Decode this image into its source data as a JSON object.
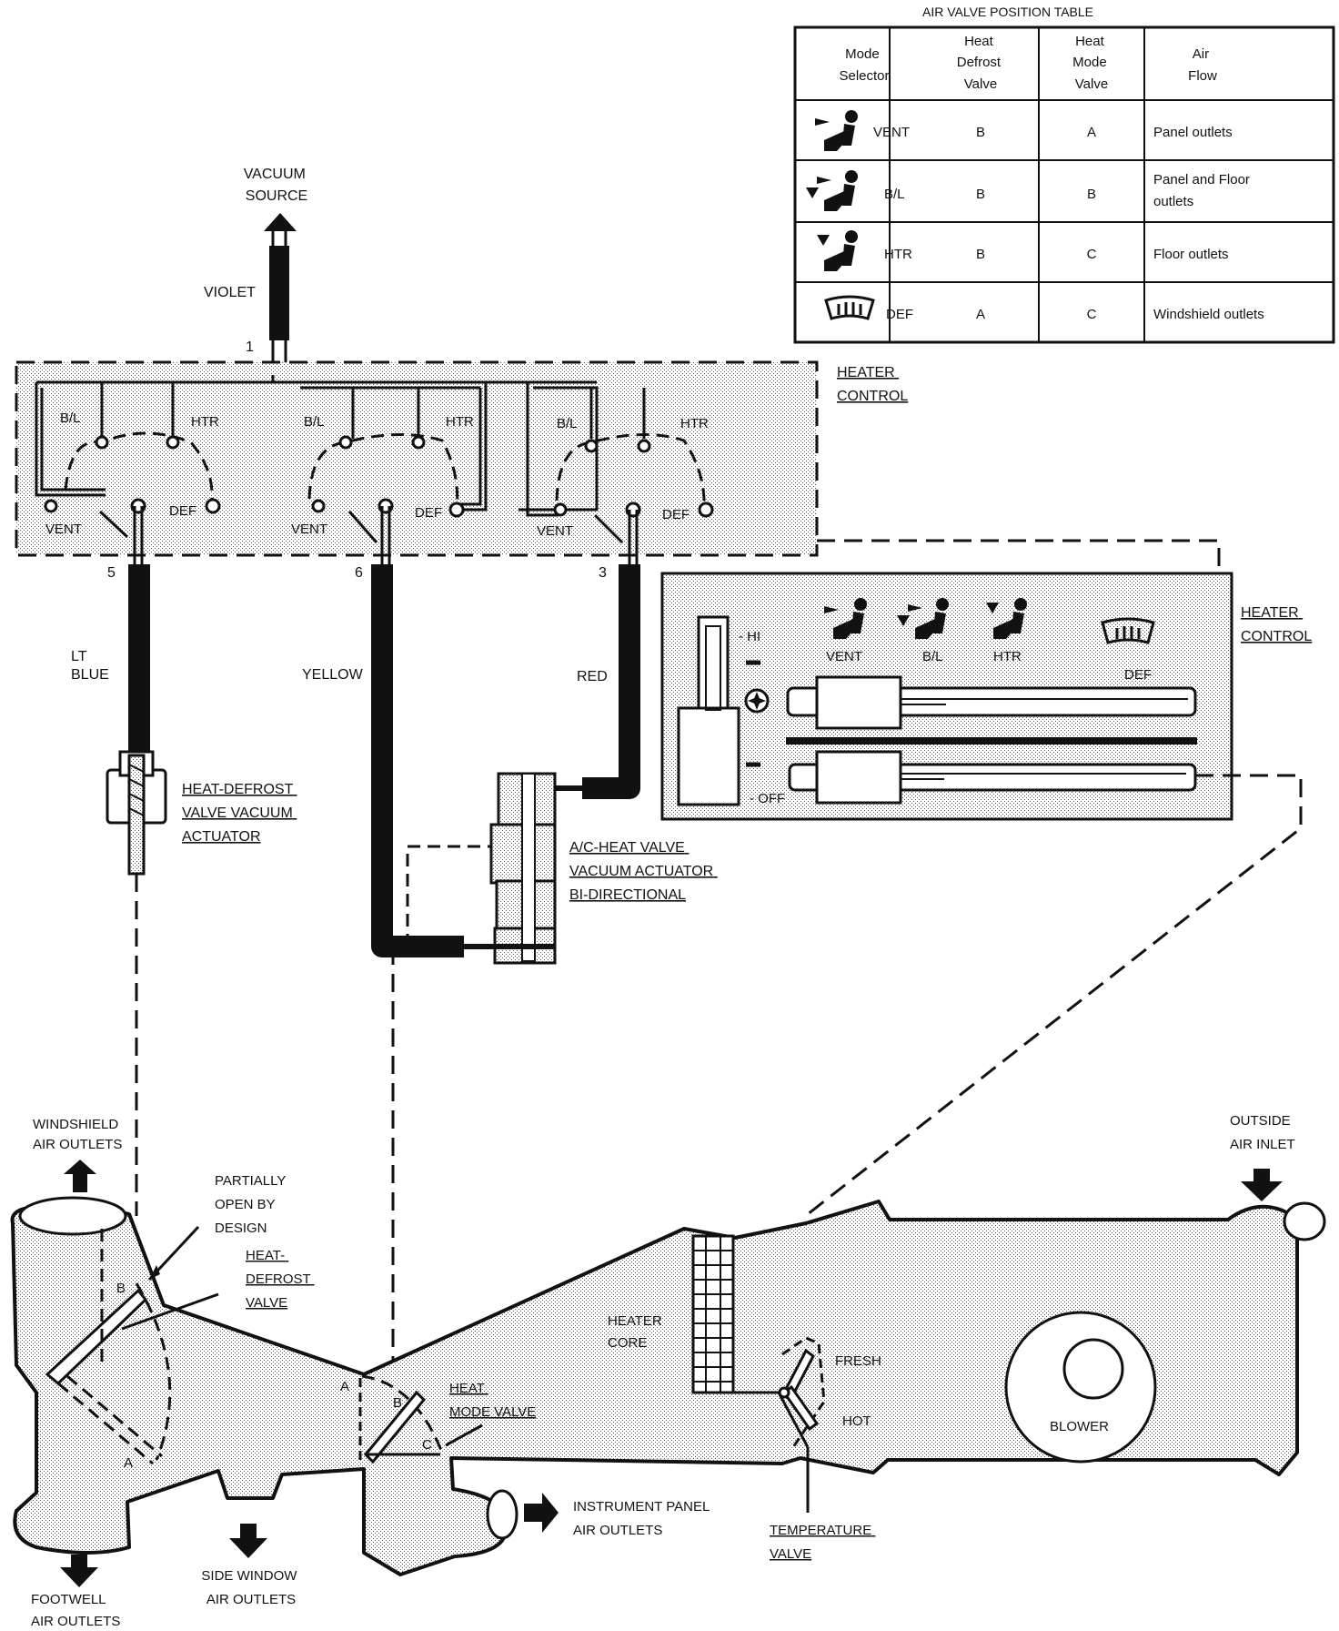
{
  "table": {
    "title": "AIR VALVE POSITION TABLE",
    "headers": [
      "Mode Selector",
      "Heat Defrost Valve",
      "Heat Mode Valve",
      "Air Flow"
    ],
    "header_lines": [
      [
        "Mode",
        "Selector"
      ],
      [
        "Heat",
        "Defrost",
        "Valve"
      ],
      [
        "Heat",
        "Mode",
        "Valve"
      ],
      [
        "Air",
        "Flow"
      ]
    ],
    "rows": [
      {
        "mode": "VENT",
        "icon": "vent-seat-icon",
        "defrost_valve": "B",
        "mode_valve": "A",
        "flow_lines": [
          "Panel outlets"
        ]
      },
      {
        "mode": "B/L",
        "icon": "bilevel-seat-icon",
        "defrost_valve": "B",
        "mode_valve": "B",
        "flow_lines": [
          "Panel and Floor",
          "outlets"
        ]
      },
      {
        "mode": "HTR",
        "icon": "heater-seat-icon",
        "defrost_valve": "B",
        "mode_valve": "C",
        "flow_lines": [
          "Floor outlets"
        ]
      },
      {
        "mode": "DEF",
        "icon": "defrost-windshield-icon",
        "defrost_valve": "A",
        "mode_valve": "C",
        "flow_lines": [
          "Windshield outlets"
        ]
      }
    ]
  },
  "vacuum": {
    "source_lines": [
      "VACUUM",
      "SOURCE"
    ],
    "hose_violet": "VIOLET",
    "port_1": "1",
    "port_5": "5",
    "port_6": "6",
    "port_3": "3",
    "hose_ltblue_lines": [
      "LT",
      "BLUE"
    ],
    "hose_yellow": "YELLOW",
    "hose_red": "RED"
  },
  "heater_control_valve": {
    "label_lines": [
      "HEATER",
      "CONTROL"
    ],
    "positions": {
      "bl": "B/L",
      "htr": "HTR",
      "def": "DEF",
      "vent": "VENT"
    }
  },
  "control_panel": {
    "label_lines": [
      "HEATER",
      "CONTROL"
    ],
    "modes": [
      "VENT",
      "B/L",
      "HTR",
      "DEF"
    ],
    "fan_hi": "- HI",
    "fan_off": "- OFF"
  },
  "actuators": {
    "heat_defrost_lines": [
      "HEAT-DEFROST",
      "VALVE VACUUM",
      "ACTUATOR"
    ],
    "ac_heat_lines": [
      "A/C-HEAT VALVE",
      "VACUUM ACTUATOR",
      "BI-DIRECTIONAL"
    ]
  },
  "duct": {
    "windshield_outlets_lines": [
      "WINDSHIELD",
      "AIR OUTLETS"
    ],
    "partially_open_lines": [
      "PARTIALLY",
      "OPEN BY",
      "DESIGN"
    ],
    "heat_defrost_valve_lines": [
      "HEAT-",
      "DEFROST",
      "VALVE"
    ],
    "heat_mode_valve_lines": [
      "HEAT",
      "MODE VALVE"
    ],
    "heater_core_lines": [
      "HEATER",
      "CORE"
    ],
    "fresh": "FRESH",
    "hot": "HOT",
    "blower": "BLOWER",
    "outside_air_lines": [
      "OUTSIDE",
      "AIR INLET"
    ],
    "instrument_panel_lines": [
      "INSTRUMENT PANEL",
      "AIR OUTLETS"
    ],
    "temperature_valve_lines": [
      "TEMPERATURE",
      "VALVE"
    ],
    "side_window_lines": [
      "SIDE WINDOW",
      "AIR OUTLETS"
    ],
    "footwell_lines": [
      "FOOTWELL",
      "AIR OUTLETS"
    ],
    "letter_a": "A",
    "letter_b": "B",
    "letter_c": "C"
  }
}
